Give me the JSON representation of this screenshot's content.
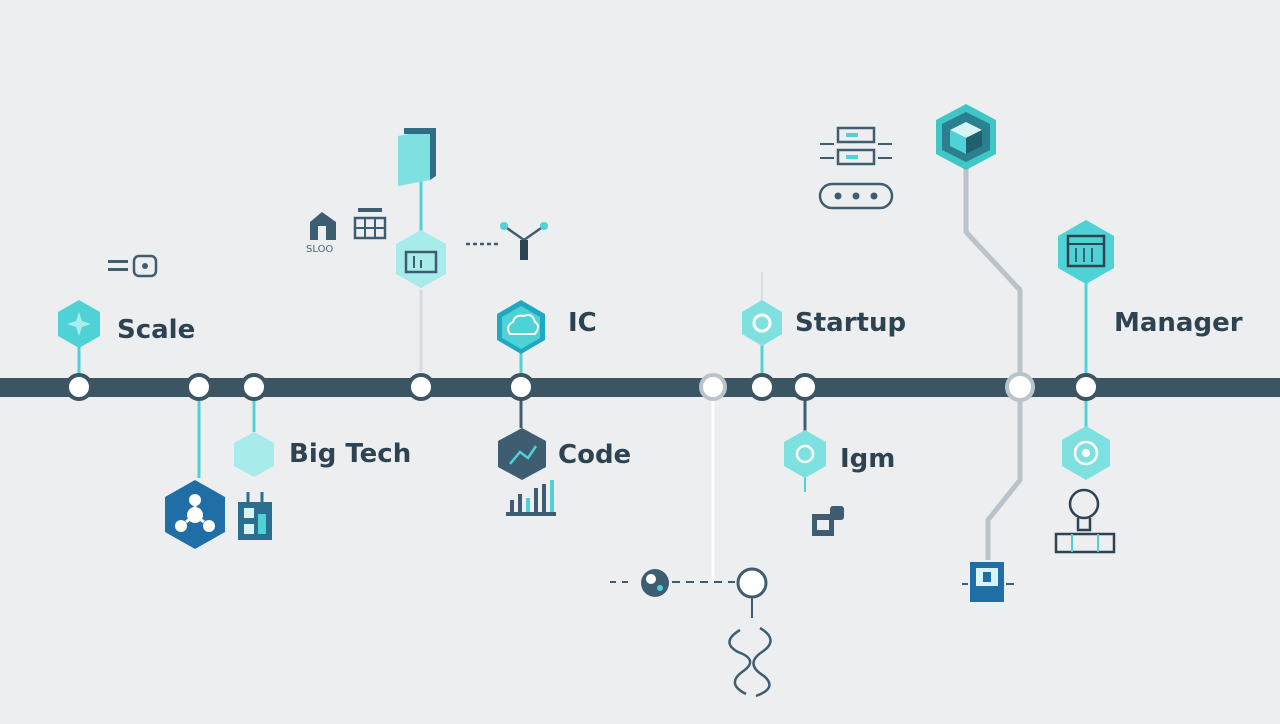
{
  "labels": {
    "scale": "Scale",
    "big_tech": "Big Tech",
    "ic": "IC",
    "code": "Code",
    "startup": "Startup",
    "igm": "Igm",
    "manager": "Manager",
    "small_caption": "SLOO"
  },
  "colors": {
    "background": "#eceef0",
    "timeline": "#3c5563",
    "accent_teal": "#4fd2d6",
    "accent_light": "#8fe6e4",
    "accent_dark_blue": "#1f6fa6",
    "slate": "#3f5d70",
    "text": "#2d4351",
    "connector_grey": "#b9c3c9"
  },
  "icons": [
    "sparkle-hex-icon",
    "book-icon",
    "robot-hex-icon",
    "branch-hub-icon",
    "cloud-hex-icon",
    "chart-hex-icon",
    "bar-chart-icon",
    "gear-hex-icon",
    "server-stack-icon",
    "cube-hex-icon",
    "calendar-hex-icon",
    "target-hex-icon",
    "lightbulb-icon",
    "molecule-icon",
    "chip-icon",
    "phone-icon"
  ]
}
